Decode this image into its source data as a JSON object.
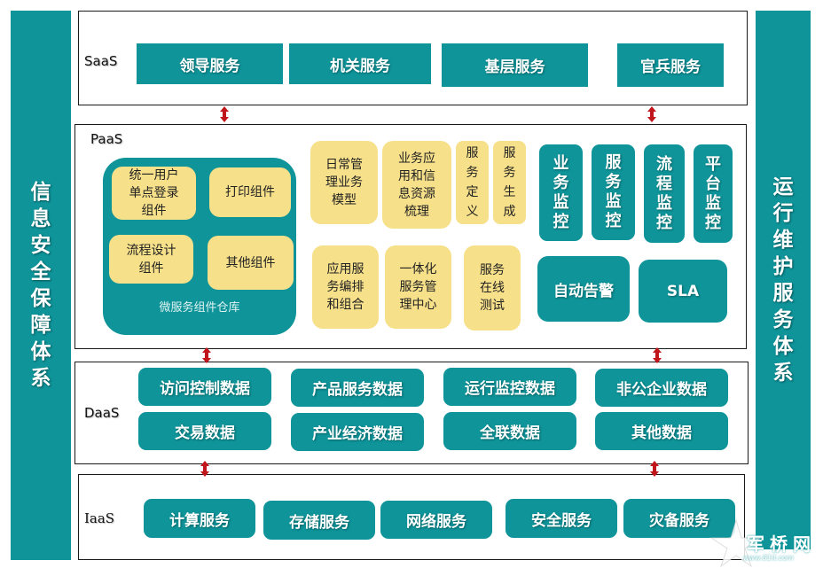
{
  "colors": {
    "teal": "#0e9499",
    "yellow": "#f7e08a",
    "arrow_red": "#c0161b",
    "border": "#1a1a1a"
  },
  "left_pillar": {
    "title": "信息安全保障体系",
    "chars": [
      "信",
      "息",
      "安",
      "全",
      "保",
      "障",
      "体",
      "系"
    ]
  },
  "right_pillar": {
    "title": "运行维护服务体系",
    "chars": [
      "运",
      "行",
      "维",
      "护",
      "服",
      "务",
      "体",
      "系"
    ]
  },
  "saas": {
    "label": "SaaS",
    "items": [
      "领导服务",
      "机关服务",
      "基层服务",
      "官兵服务"
    ]
  },
  "paas": {
    "label": "PaaS",
    "microservice_repo": {
      "caption": "微服务组件仓库",
      "components": [
        "统一用户单点登录组件",
        "打印组件",
        "流程设计组件",
        "其他组件"
      ],
      "component_lines": [
        [
          "统一用户",
          "单点登录",
          "组件"
        ],
        [
          "打印组件"
        ],
        [
          "流程设计",
          "组件"
        ],
        [
          "其他组件"
        ]
      ]
    },
    "service_mgmt": [
      {
        "label": "日常管理业务模型",
        "lines": [
          "日常管",
          "理业务",
          "模型"
        ]
      },
      {
        "label": "业务应用和信息资源梳理",
        "lines": [
          "业务应",
          "用和信",
          "息资源",
          "梳理"
        ]
      },
      {
        "label": "服务定义",
        "chars": [
          "服",
          "务",
          "定",
          "义"
        ]
      },
      {
        "label": "服务生成",
        "chars": [
          "服",
          "务",
          "生",
          "成"
        ]
      },
      {
        "label": "应用服务编排和组合",
        "lines": [
          "应用服",
          "务编排",
          "和组合"
        ]
      },
      {
        "label": "一体化服务管理中心",
        "lines": [
          "一体化",
          "服务管",
          "理中心"
        ]
      },
      {
        "label": "服务在线测试",
        "lines": [
          "服务",
          "在线",
          "测试"
        ]
      }
    ],
    "monitoring": [
      {
        "label": "业务监控",
        "chars": [
          "业",
          "务",
          "监",
          "控"
        ]
      },
      {
        "label": "服务监控",
        "chars": [
          "服",
          "务",
          "监",
          "控"
        ]
      },
      {
        "label": "流程监控",
        "chars": [
          "流",
          "程",
          "监",
          "控"
        ]
      },
      {
        "label": "平台监控",
        "chars": [
          "平",
          "台",
          "监",
          "控"
        ]
      }
    ],
    "alerting": [
      "自动告警",
      "SLA"
    ]
  },
  "daas": {
    "label": "DaaS",
    "items": [
      "访问控制数据",
      "产品服务数据",
      "运行监控数据",
      "非公企业数据",
      "交易数据",
      "产业经济数据",
      "全联数据",
      "其他数据"
    ]
  },
  "iaas": {
    "label": "IaaS",
    "items": [
      "计算服务",
      "存储服务",
      "网络服务",
      "安全服务",
      "灾备服务"
    ]
  },
  "watermark": {
    "text": "军桥网",
    "url": "www.81it.com"
  }
}
